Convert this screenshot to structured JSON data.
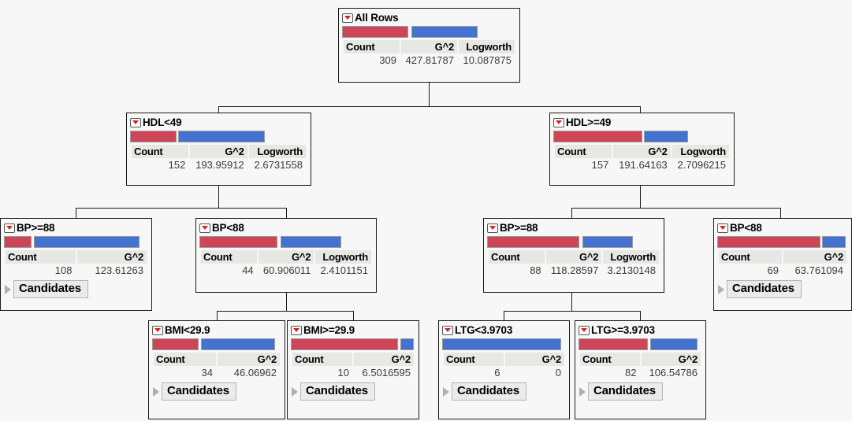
{
  "app": {
    "title": "Partition Decision Tree",
    "background_color": "#f7f7f7",
    "red": "#ce4557",
    "blue": "#4472d0"
  },
  "columns": {
    "count": "Count",
    "g2": "G^2",
    "logworth": "Logworth"
  },
  "candidates_label": "Candidates",
  "icons": {
    "node_menu": "red-down-triangle-icon",
    "candidates_disclosure": "right-caret-icon"
  },
  "nodes": [
    {
      "id": "root",
      "label": "All Rows",
      "count": "309",
      "g2": "427.81787",
      "logworth": "10.087875",
      "has_logworth": true,
      "has_candidates": false,
      "red_pct": 38,
      "blue_pct": 38
    },
    {
      "id": "hdl-lt-49",
      "label": "HDL<49",
      "count": "152",
      "g2": "193.95912",
      "logworth": "2.6731558",
      "has_logworth": true,
      "has_candidates": false,
      "red_pct": 26,
      "blue_pct": 49
    },
    {
      "id": "hdl-ge-49",
      "label": "HDL>=49",
      "count": "157",
      "g2": "191.64163",
      "logworth": "2.7096215",
      "has_logworth": true,
      "has_candidates": false,
      "red_pct": 50,
      "blue_pct": 25
    },
    {
      "id": "bp-ge-88-left",
      "label": "BP>=88",
      "count": "108",
      "g2": "123.61263",
      "logworth": "",
      "has_logworth": false,
      "has_candidates": true,
      "red_pct": 19,
      "blue_pct": 63
    },
    {
      "id": "bp-lt-88-left",
      "label": "BP<88",
      "count": "44",
      "g2": "60.906011",
      "logworth": "2.4101151",
      "has_logworth": true,
      "has_candidates": false,
      "red_pct": 45,
      "blue_pct": 35
    },
    {
      "id": "bp-ge-88-right",
      "label": "BP>=88",
      "count": "88",
      "g2": "118.28597",
      "logworth": "3.2130148",
      "has_logworth": true,
      "has_candidates": false,
      "red_pct": 53,
      "blue_pct": 29
    },
    {
      "id": "bp-lt-88-right",
      "label": "BP<88",
      "count": "69",
      "g2": "63.761094",
      "logworth": "",
      "has_logworth": false,
      "has_candidates": true,
      "red_pct": 79,
      "blue_pct": 18
    },
    {
      "id": "bmi-lt-29-9",
      "label": "BMI<29.9",
      "count": "34",
      "g2": "46.06962",
      "logworth": "",
      "has_logworth": false,
      "has_candidates": true,
      "red_pct": 36,
      "blue_pct": 57
    },
    {
      "id": "bmi-ge-29-9",
      "label": "BMI>=29.9",
      "count": "10",
      "g2": "6.5016595",
      "logworth": "",
      "has_logworth": false,
      "has_candidates": true,
      "red_pct": 86,
      "blue_pct": 11
    },
    {
      "id": "ltg-lt-3-9703",
      "label": "LTG<3.9703",
      "count": "6",
      "g2": "0",
      "logworth": "",
      "has_logworth": false,
      "has_candidates": true,
      "red_pct": 0,
      "blue_pct": 96
    },
    {
      "id": "ltg-ge-3-9703",
      "label": "LTG>=3.9703",
      "count": "82",
      "g2": "106.54786",
      "logworth": "",
      "has_logworth": false,
      "has_candidates": true,
      "red_pct": 56,
      "blue_pct": 38
    }
  ]
}
